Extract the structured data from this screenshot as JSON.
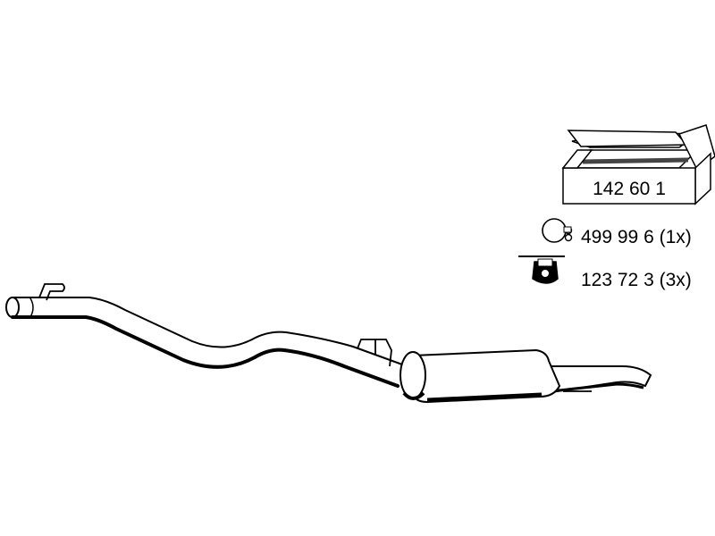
{
  "kit_box": {
    "part_number": "142 60 1"
  },
  "parts": [
    {
      "icon": "clamp-ring-icon",
      "label": "499 99 6 (1x)"
    },
    {
      "icon": "rubber-hanger-icon",
      "label": "123 72 3 (3x)"
    }
  ],
  "colors": {
    "line": "#000000",
    "fill": "#ffffff",
    "box_stripe": "#444444"
  }
}
